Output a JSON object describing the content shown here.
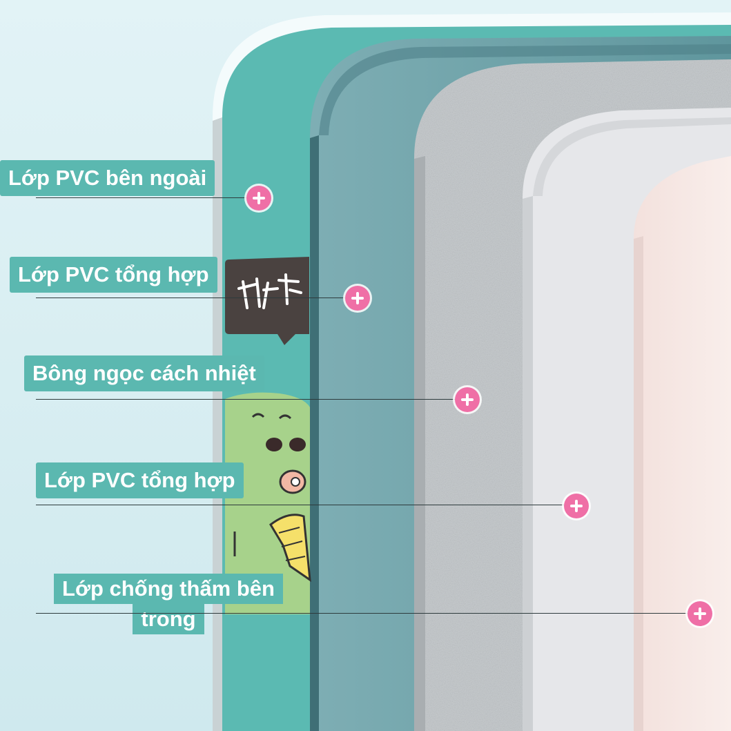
{
  "layers": [
    {
      "label": "Lớp PVC bên ngoài"
    },
    {
      "label": "Lớp PVC tổng hợp"
    },
    {
      "label": "Bông ngọc cách nhiệt"
    },
    {
      "label": "Lớp PVC tổng hợp"
    },
    {
      "label_line1": "Lớp chống thấm bên",
      "label_line2": "trong"
    }
  ],
  "colors": {
    "outer_pvc": "#5bbab2",
    "synthetic_pvc": "#6fa3aa",
    "insulation": "#c9cdcf",
    "inner_pvc": "#e6e7ea",
    "waterproof_lining": "#f6e7e4",
    "marker": "#ef6fa6",
    "label_bg": "#5bb8b0"
  },
  "icons": [
    "plus-marker-icon",
    "speech-bubble",
    "dinosaur-illustration"
  ]
}
